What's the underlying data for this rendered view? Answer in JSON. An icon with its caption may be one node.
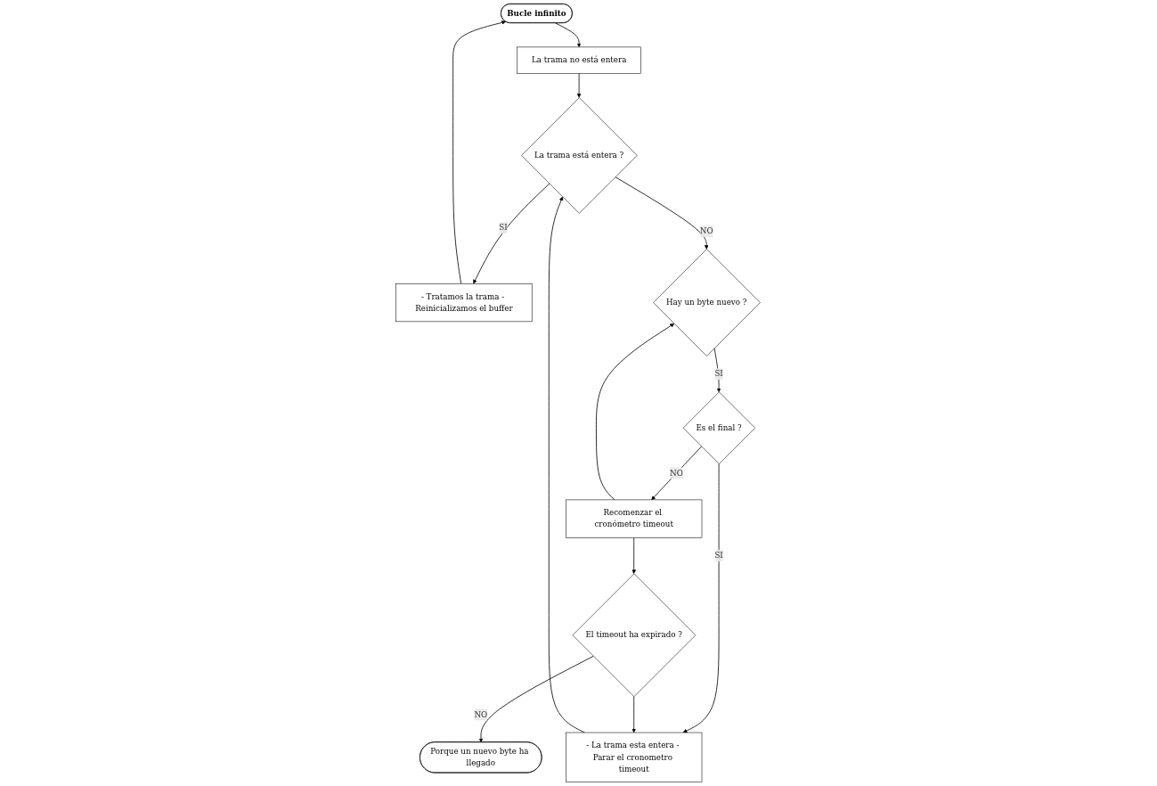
{
  "diagram": {
    "nodes": [
      {
        "text": [
          "Bucle infinito"
        ]
      },
      {
        "text": [
          "La trama no está entera"
        ]
      },
      {
        "text": [
          "La trama está entera ?"
        ]
      },
      {
        "text": [
          "- Tratamos la trama - Reinicializamos el buffer"
        ]
      },
      {
        "text": [
          "Hay un byte nuevo ?"
        ]
      },
      {
        "text": [
          "Es el final ?"
        ]
      },
      {
        "text": [
          "Recomenzar el cronómetro timeout"
        ]
      },
      {
        "text": [
          "- La trama esta entera - Parar el cronometro timeout"
        ]
      },
      {
        "text": [
          "El timeout ha expirado ?"
        ]
      },
      {
        "text": [
          "Porque un nuevo byte ha llegado"
        ]
      }
    ],
    "edges": [
      {
        "from": 0,
        "to": 1,
        "arrow": "to"
      },
      {
        "from": 1,
        "to": 2,
        "arrow": "to"
      },
      {
        "from": 2,
        "to": 3,
        "arrow": "to",
        "label": "SI"
      },
      {
        "from": 3,
        "to": 0,
        "arrow": "to"
      },
      {
        "from": 2,
        "to": 4,
        "arrow": "to",
        "label": "NO"
      },
      {
        "from": 4,
        "to": 5,
        "arrow": "to",
        "label": "SI"
      },
      {
        "from": 5,
        "to": 6,
        "arrow": "to",
        "label": "NO"
      },
      {
        "from": 6,
        "to": 4,
        "arrow": "to"
      },
      {
        "from": 5,
        "to": 7,
        "arrow": "to",
        "label": "SI"
      },
      {
        "from": 6,
        "to": 8,
        "arrow": "to"
      },
      {
        "from": 8,
        "to": 7,
        "arrow": "to"
      },
      {
        "from": 8,
        "to": 9,
        "arrow": "to",
        "label": "NO"
      },
      {
        "from": 7,
        "to": 2,
        "arrow": "to"
      }
    ]
  }
}
